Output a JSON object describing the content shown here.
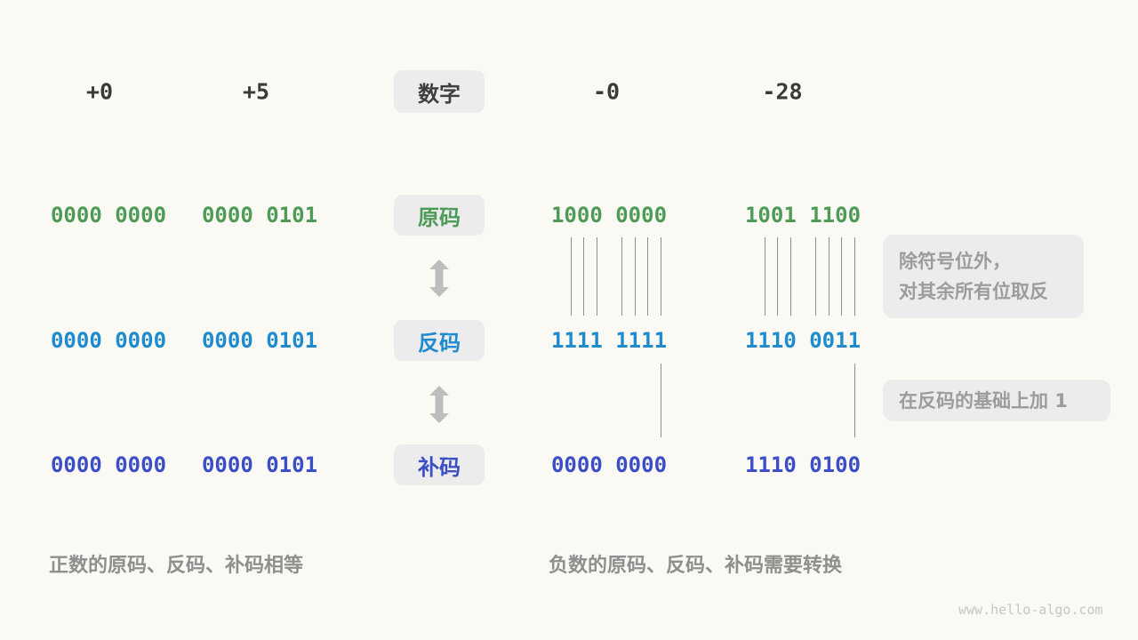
{
  "colors": {
    "background": "#faf9f3",
    "green": "#4e9b58",
    "blue": "#1d8bce",
    "indigo": "#3c4ec5",
    "box_bg": "#ececec",
    "note_text": "#9c9c9c",
    "line_gray": "#8f8f8f"
  },
  "header": {
    "label": "数字",
    "values": [
      "+0",
      "+5",
      "-0",
      "-28"
    ]
  },
  "rows": [
    {
      "id": "sign-magnitude",
      "label": "原码",
      "values": [
        "0000 0000",
        "0000 0101",
        "1000 0000",
        "1001 1100"
      ]
    },
    {
      "id": "ones-complement",
      "label": "反码",
      "values": [
        "0000 0000",
        "0000 0101",
        "1111 1111",
        "1110 0011"
      ]
    },
    {
      "id": "twos-complement",
      "label": "补码",
      "values": [
        "0000 0000",
        "0000 0101",
        "0000 0000",
        "1110 0100"
      ]
    }
  ],
  "notes": {
    "flip_line1": "除符号位外，",
    "flip_line2": "对其余所有位取反",
    "add_one": "在反码的基础上加 1"
  },
  "captions": {
    "positive": "正数的原码、反码、补码相等",
    "negative": "负数的原码、反码、补码需要转换"
  },
  "watermark": "www.hello-algo.com"
}
